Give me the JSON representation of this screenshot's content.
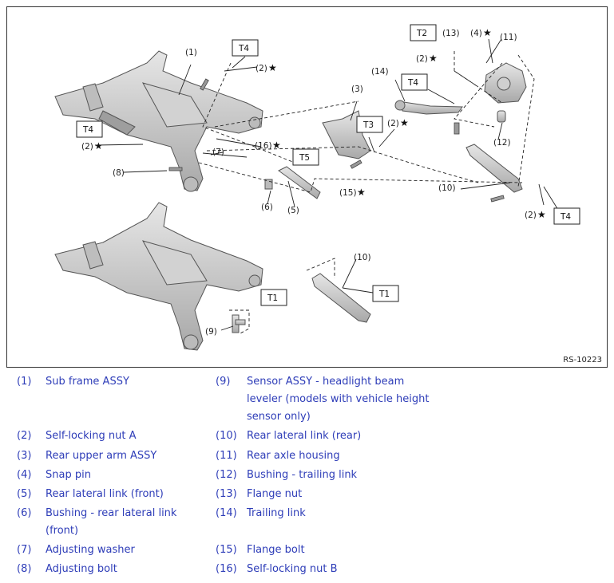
{
  "figure": {
    "id_label": "RS-10223",
    "callouts": [
      "(1)",
      "(2)",
      "(2)",
      "(2)",
      "(2)",
      "(2)",
      "(3)",
      "(4)",
      "(5)",
      "(6)",
      "(7)",
      "(8)",
      "(9)",
      "(10)",
      "(10)",
      "(11)",
      "(12)",
      "(13)",
      "(14)",
      "(15)",
      "(16)"
    ],
    "torque_boxes": [
      "T2",
      "T4",
      "T4",
      "T4",
      "T4",
      "T3",
      "T5",
      "T1",
      "T1"
    ],
    "star_symbol": "★"
  },
  "legend": {
    "left": [
      {
        "num": "(1)",
        "text": "Sub frame ASSY"
      },
      {
        "num": "(2)",
        "text": "Self-locking nut A"
      },
      {
        "num": "(3)",
        "text": "Rear upper arm ASSY"
      },
      {
        "num": "(4)",
        "text": "Snap pin"
      },
      {
        "num": "(5)",
        "text": "Rear lateral link (front)"
      },
      {
        "num": "(6)",
        "text": "Bushing - rear lateral link (front)"
      },
      {
        "num": "(7)",
        "text": "Adjusting washer"
      },
      {
        "num": "(8)",
        "text": "Adjusting bolt"
      }
    ],
    "right": [
      {
        "num": "(9)",
        "text": "Sensor ASSY - headlight beam leveler (models with vehicle height sensor only)"
      },
      {
        "num": "(10)",
        "text": "Rear lateral link (rear)"
      },
      {
        "num": "(11)",
        "text": "Rear axle housing"
      },
      {
        "num": "(12)",
        "text": "Bushing - trailing link"
      },
      {
        "num": "(13)",
        "text": "Flange nut"
      },
      {
        "num": "(14)",
        "text": "Trailing link"
      },
      {
        "num": "(15)",
        "text": "Flange bolt"
      },
      {
        "num": "(16)",
        "text": "Self-locking nut B"
      }
    ]
  },
  "colors": {
    "legend_text": "#2e3db8",
    "part_fill": "#c8c8c8",
    "part_stroke": "#555555",
    "line": "#222222"
  }
}
